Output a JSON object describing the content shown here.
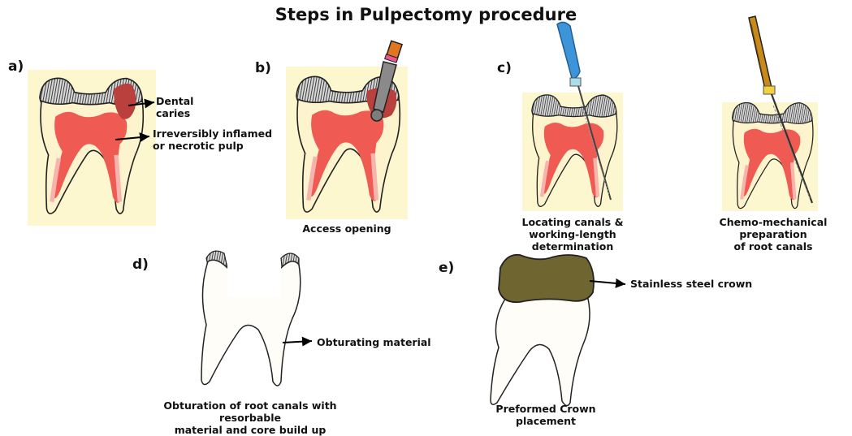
{
  "title": "Steps in Pulpectomy procedure",
  "panels": {
    "a": {
      "letter": "a)",
      "label_1": "Dental caries",
      "label_1_line1": "Dental",
      "label_1_line2": "caries",
      "label_2_line1": "Irreversibly inflamed",
      "label_2_line2": "or necrotic pulp"
    },
    "b": {
      "letter": "b)",
      "caption": "Access opening"
    },
    "c": {
      "letter": "c)",
      "caption_1_line1": "Locating canals &",
      "caption_1_line2": "working-length determination",
      "caption_2_line1": "Chemo-mechanical preparation",
      "caption_2_line2": "of root canals"
    },
    "d": {
      "letter": "d)",
      "label": "Obturating material",
      "caption_line1": "Obturation of root canals with resorbable",
      "caption_line2": "material and core build up"
    },
    "e": {
      "letter": "e)",
      "label": "Stainless steel crown",
      "caption": "Preformed Crown placement"
    }
  },
  "colors": {
    "background_panel": "#fcf7cf",
    "pulp": "#ef5a52",
    "caries": "#b9403d",
    "dentin": "#fdf3cc",
    "crown": "#6e6530",
    "file_handle_blue": "#3d95d8",
    "file_handle_gold": "#c98a1c"
  },
  "icons": [
    "tooth-icon",
    "dental-handpiece-icon",
    "endodontic-file-icon",
    "stainless-steel-crown-icon",
    "arrow-icon"
  ]
}
